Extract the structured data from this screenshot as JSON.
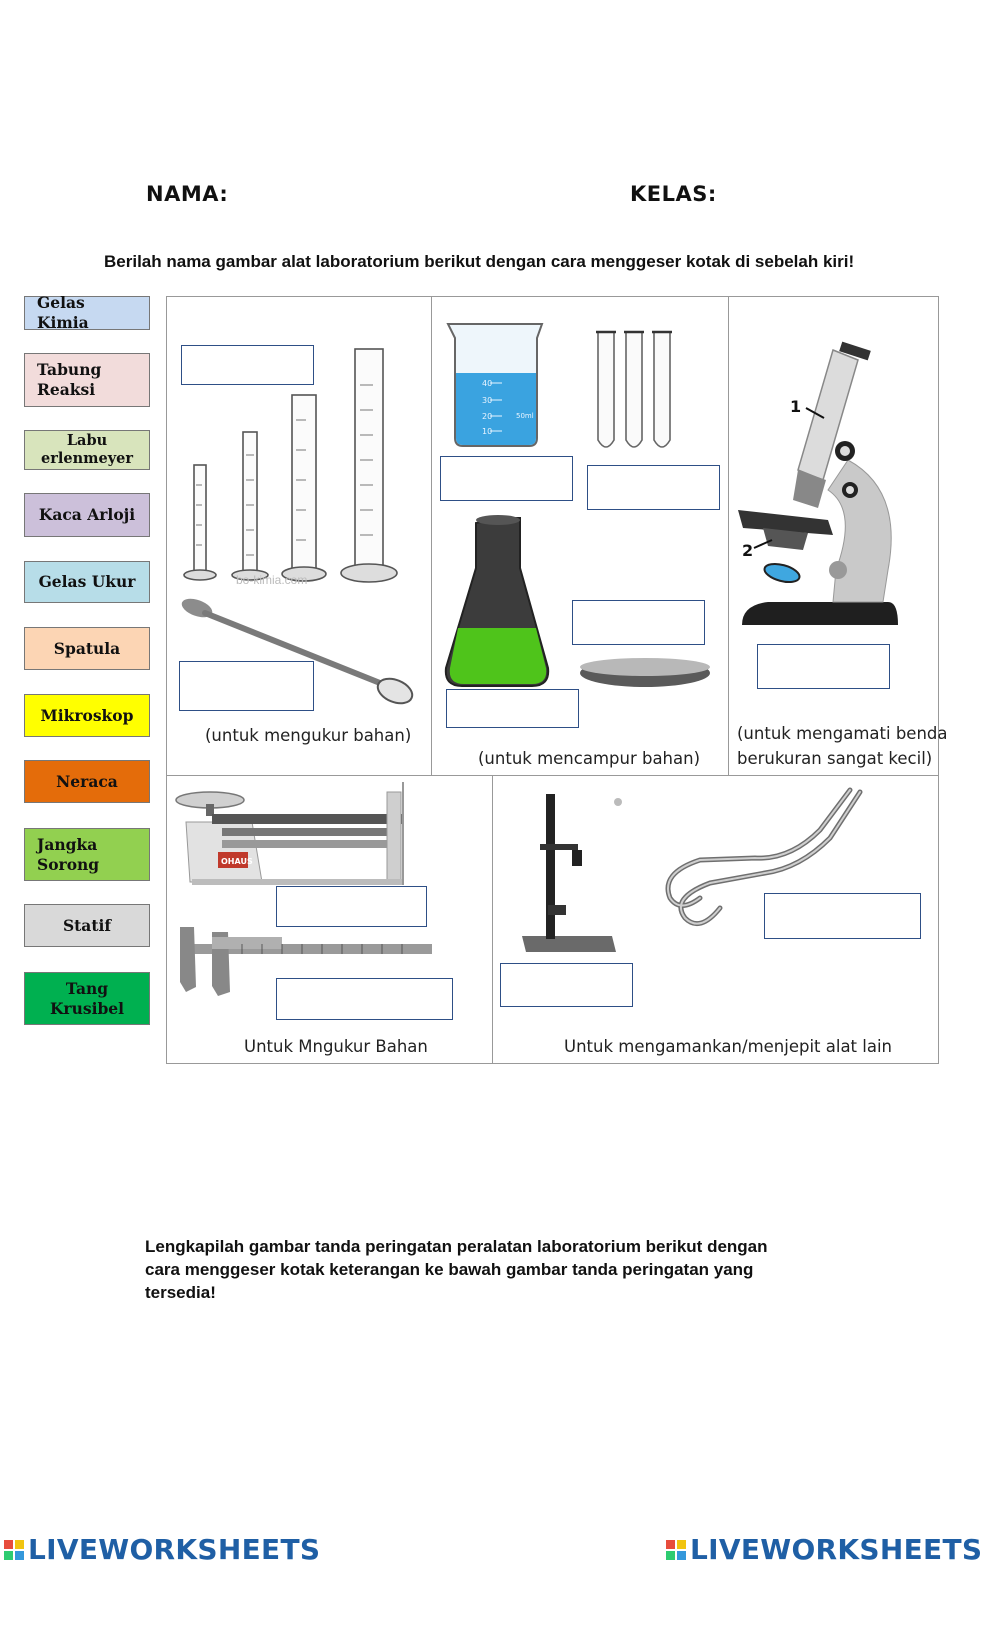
{
  "header": {
    "nama_label": "NAMA:",
    "kelas_label": "KELAS:"
  },
  "instruction_1": "Berilah nama gambar alat laboratorium berikut dengan cara menggeser kotak di sebelah kiri!",
  "word_bank": [
    {
      "label": "Gelas Kimia",
      "color": "#c6d9f1"
    },
    {
      "label": "Tabung Reaksi",
      "color": "#f2dcdb"
    },
    {
      "label": "Labu erlenmeyer",
      "color": "#d8e4bc"
    },
    {
      "label": "Kaca Arloji",
      "color": "#ccc0da"
    },
    {
      "label": "Gelas Ukur",
      "color": "#b7dde8"
    },
    {
      "label": "Spatula",
      "color": "#fcd5b4"
    },
    {
      "label": "Mikroskop",
      "color": "#ffff00"
    },
    {
      "label": "Neraca",
      "color": "#e46c0a"
    },
    {
      "label": "Jangka Sorong",
      "color": "#92d050"
    },
    {
      "label": "Statif",
      "color": "#d9d9d9"
    },
    {
      "label": "Tang Krusibel",
      "color": "#00b050"
    }
  ],
  "captions": {
    "measure": "(untuk mengukur bahan)",
    "mix": "(untuk mencampur bahan)",
    "observe_line1": "(untuk mengamati benda",
    "observe_line2": "berukuran sangat kecil)",
    "measure2": "Untuk Mngukur Bahan",
    "secure": "Untuk mengamankan/menjepit alat lain"
  },
  "images": {
    "watermark": "bo-kimia.com",
    "microscope_label_1": "1",
    "microscope_label_2": "2",
    "beaker_marks": [
      "40",
      "30",
      "20",
      "10"
    ],
    "beaker_side": "50ml",
    "balance_badge": "OHAUS"
  },
  "instruction_2": {
    "line1": "Lengkapilah gambar tanda peringatan peralatan laboratorium berikut dengan",
    "line2": "cara menggeser kotak keterangan ke bawah gambar tanda peringatan yang",
    "line3": "tersedia!"
  },
  "footer": {
    "brand_left": "LIVEWORKSHEETS",
    "brand_right": "LIVEWORKSHEETS"
  }
}
